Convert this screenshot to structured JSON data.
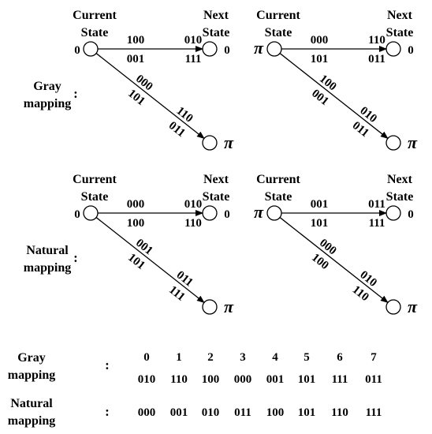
{
  "colors": {
    "ink": "#000000",
    "background": "#ffffff"
  },
  "state_labels": {
    "current": [
      "Current",
      "State"
    ],
    "next": [
      "Next",
      "State"
    ]
  },
  "diagrams": [
    {
      "mapping_label": [
        "Gray",
        "mapping"
      ],
      "colon": ":",
      "current_phase": "0",
      "next_phase_top": "0",
      "next_phase_bottom": "π",
      "top_edge": [
        "100",
        "010",
        "001",
        "111"
      ],
      "diag_edge": [
        "000",
        "110",
        "101",
        "011"
      ]
    },
    {
      "current_phase": "π",
      "next_phase_top": "0",
      "next_phase_bottom": "π",
      "top_edge": [
        "000",
        "110",
        "101",
        "011"
      ],
      "diag_edge": [
        "100",
        "010",
        "001",
        "011"
      ]
    },
    {
      "mapping_label": [
        "Natural",
        "mapping"
      ],
      "colon": ":",
      "current_phase": "0",
      "next_phase_top": "0",
      "next_phase_bottom": "π",
      "top_edge": [
        "000",
        "010",
        "100",
        "110"
      ],
      "diag_edge": [
        "001",
        "011",
        "101",
        "111"
      ]
    },
    {
      "current_phase": "π",
      "next_phase_top": "0",
      "next_phase_bottom": "π",
      "top_edge": [
        "001",
        "011",
        "101",
        "111"
      ],
      "diag_edge": [
        "000",
        "010",
        "100",
        "110"
      ]
    }
  ],
  "table": {
    "colon": ":",
    "symbols": [
      "0",
      "1",
      "2",
      "3",
      "4",
      "5",
      "6",
      "7"
    ],
    "gray": {
      "label": [
        "Gray",
        "mapping"
      ],
      "codes": [
        "010",
        "110",
        "100",
        "000",
        "001",
        "101",
        "111",
        "011"
      ]
    },
    "natural": {
      "label": [
        "Natural",
        "mapping"
      ],
      "codes": [
        "000",
        "001",
        "010",
        "011",
        "100",
        "101",
        "110",
        "111"
      ]
    }
  }
}
